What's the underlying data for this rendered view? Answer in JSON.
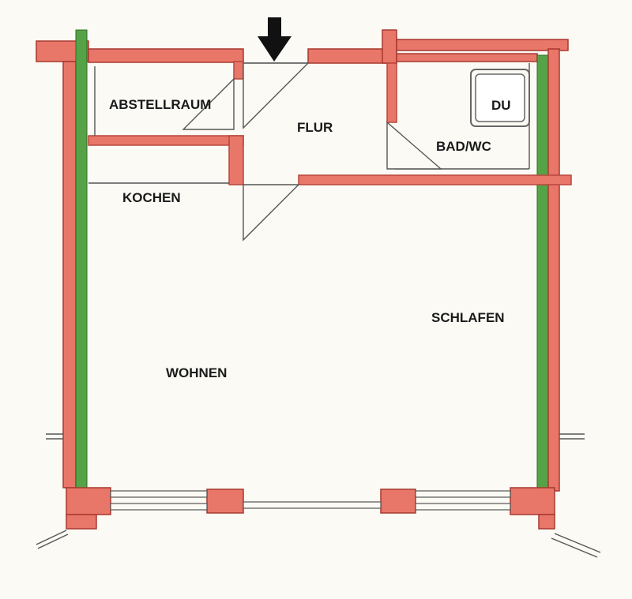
{
  "rooms": {
    "abstellraum": "ABSTELLRAUM",
    "flur": "FLUR",
    "bad_wc": "BAD/WC",
    "du": "DU",
    "kochen": "KOCHEN",
    "schlafen": "SCHLAFEN",
    "wohnen": "WOHNEN"
  },
  "colors": {
    "wall": "#e8776a",
    "insulation": "#55a346",
    "background": "#fbfaf4"
  },
  "icons": {
    "entrance": "arrow-down-icon",
    "shower": "shower-tray-icon"
  }
}
